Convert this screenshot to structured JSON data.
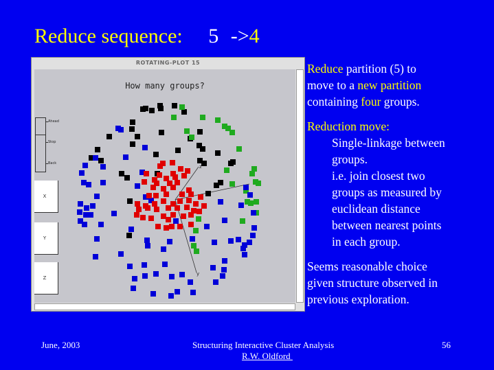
{
  "slide": {
    "title_prefix": "Reduce sequence:",
    "from": "5",
    "arrow": "->",
    "to": "4"
  },
  "window": {
    "title": "ROTATING-PLOT 15",
    "plot_title": "How many groups?",
    "slider_labels": [
      "Ahead",
      "Stop",
      "Back"
    ],
    "axis_buttons": [
      "X",
      "Y",
      "Z"
    ],
    "axis_labels": {
      "z": "z",
      "y": "y"
    }
  },
  "text": {
    "p1": {
      "a": "Reduce",
      "b": " partition (5) to",
      "c": "move to a ",
      "d": "new partition",
      "e": "containing ",
      "f": "four",
      "g": " groups."
    },
    "p2_head": "Reduction move:",
    "p2_lines": [
      "Single-linkage between",
      "groups.",
      "i.e. join closest two",
      "groups as measured by",
      "euclidean distance",
      "between nearest points",
      "in each group."
    ],
    "p3_lines": [
      "Seems reasonable choice",
      "given structure observed in",
      "previous exploration."
    ]
  },
  "footer": {
    "date": "June, 2003",
    "title": "Structuring Interactive Cluster Analysis",
    "author": "R.W. Oldford ",
    "page": "56"
  },
  "colors": {
    "black": "#000000",
    "green": "#1faa1f",
    "blue": "#0000d8",
    "red": "#e00000"
  },
  "chart_data": {
    "type": "scatter",
    "title": "How many groups?",
    "axes": {
      "origin": [
        0,
        -1
      ],
      "z": [
        34,
        47
      ],
      "x": [
        108,
        22
      ],
      "y": [
        31,
        -107
      ]
    },
    "series": [
      {
        "name": "black",
        "points": [
          [
            -47,
            131
          ],
          [
            -43,
            132
          ],
          [
            -34,
            129
          ],
          [
            -22,
            136
          ],
          [
            -21,
            132
          ],
          [
            -1,
            136
          ],
          [
            13,
            127
          ],
          [
            -62,
            112
          ],
          [
            -63,
            102
          ],
          [
            -55,
            91
          ],
          [
            -96,
            91
          ],
          [
            -62,
            80
          ],
          [
            -20,
            97
          ],
          [
            36,
            98
          ],
          [
            22,
            88
          ],
          [
            35,
            78
          ],
          [
            40,
            73
          ],
          [
            4,
            71
          ],
          [
            -28,
            65
          ],
          [
            -113,
            72
          ],
          [
            -108,
            56
          ],
          [
            -122,
            60
          ],
          [
            62,
            67
          ],
          [
            81,
            52
          ],
          [
            84,
            54
          ],
          [
            42,
            52
          ],
          [
            36,
            56
          ],
          [
            -78,
            37
          ],
          [
            -70,
            31
          ],
          [
            -26,
            37
          ],
          [
            66,
            24
          ],
          [
            60,
            20
          ],
          [
            48,
            8
          ],
          [
            -66,
            -3
          ],
          [
            -67,
            -53
          ]
        ]
      },
      {
        "name": "green",
        "points": [
          [
            10,
            134
          ],
          [
            -2,
            119
          ],
          [
            40,
            119
          ],
          [
            62,
            115
          ],
          [
            72,
            106
          ],
          [
            77,
            103
          ],
          [
            83,
            97
          ],
          [
            17,
            99
          ],
          [
            24,
            90
          ],
          [
            93,
            73
          ],
          [
            75,
            42
          ],
          [
            115,
            44
          ],
          [
            112,
            37
          ],
          [
            117,
            25
          ],
          [
            121,
            23
          ],
          [
            83,
            22
          ],
          [
            103,
            12
          ],
          [
            105,
            -4
          ],
          [
            110,
            -6
          ],
          [
            118,
            -4
          ],
          [
            118,
            -20
          ],
          [
            98,
            -32
          ],
          [
            34,
            -29
          ],
          [
            30,
            -46
          ],
          [
            27,
            -68
          ],
          [
            31,
            -76
          ]
        ]
      },
      {
        "name": "blue",
        "points": [
          [
            -83,
            103
          ],
          [
            -79,
            101
          ],
          [
            -44,
            75
          ],
          [
            -72,
            61
          ],
          [
            -116,
            60
          ],
          [
            -105,
            47
          ],
          [
            -131,
            49
          ],
          [
            -136,
            38
          ],
          [
            -133,
            24
          ],
          [
            -126,
            21
          ],
          [
            -105,
            24
          ],
          [
            -55,
            19
          ],
          [
            -48,
            39
          ],
          [
            -114,
            4
          ],
          [
            -138,
            -7
          ],
          [
            -129,
            -13
          ],
          [
            -120,
            -10
          ],
          [
            -139,
            -19
          ],
          [
            -130,
            -23
          ],
          [
            -123,
            -23
          ],
          [
            -89,
            -21
          ],
          [
            -138,
            -32
          ],
          [
            -132,
            -37
          ],
          [
            -108,
            -37
          ],
          [
            -64,
            -44
          ],
          [
            -43,
            3
          ],
          [
            -35,
            -2
          ],
          [
            -114,
            -58
          ],
          [
            -41,
            -60
          ],
          [
            -40,
            -68
          ],
          [
            -8,
            -62
          ],
          [
            -17,
            -73
          ],
          [
            -79,
            -80
          ],
          [
            -116,
            -84
          ],
          [
            -66,
            -98
          ],
          [
            -45,
            -96
          ],
          [
            -15,
            -95
          ],
          [
            -59,
            -116
          ],
          [
            -44,
            -112
          ],
          [
            -28,
            -109
          ],
          [
            -5,
            -113
          ],
          [
            10,
            -110
          ],
          [
            -61,
            -130
          ],
          [
            -32,
            -138
          ],
          [
            -6,
            -141
          ],
          [
            3,
            -135
          ],
          [
            26,
            -136
          ],
          [
            22,
            -121
          ],
          [
            25,
            -58
          ],
          [
            46,
            -40
          ],
          [
            72,
            -31
          ],
          [
            57,
            -63
          ],
          [
            81,
            -61
          ],
          [
            92,
            -59
          ],
          [
            108,
            -63
          ],
          [
            113,
            -53
          ],
          [
            115,
            -42
          ],
          [
            114,
            -20
          ],
          [
            96,
            -9
          ],
          [
            66,
            -4
          ],
          [
            103,
            17
          ],
          [
            109,
            6
          ],
          [
            101,
            -67
          ],
          [
            99,
            -72
          ],
          [
            101,
            -81
          ],
          [
            72,
            -90
          ],
          [
            71,
            -103
          ],
          [
            69,
            -112
          ],
          [
            55,
            -100
          ],
          [
            59,
            -121
          ],
          [
            1,
            -32
          ]
        ]
      },
      {
        "name": "red",
        "points": [
          [
            -18,
            52
          ],
          [
            -4,
            53
          ],
          [
            -22,
            48
          ],
          [
            8,
            44
          ],
          [
            18,
            41
          ],
          [
            -42,
            37
          ],
          [
            -23,
            35
          ],
          [
            -3,
            37
          ],
          [
            13,
            34
          ],
          [
            -30,
            28
          ],
          [
            -13,
            30
          ],
          [
            0,
            32
          ],
          [
            -45,
            25
          ],
          [
            -27,
            23
          ],
          [
            -8,
            23
          ],
          [
            3,
            24
          ],
          [
            -32,
            17
          ],
          [
            -17,
            15
          ],
          [
            -3,
            17
          ],
          [
            20,
            13
          ],
          [
            -38,
            5
          ],
          [
            -28,
            5
          ],
          [
            -13,
            7
          ],
          [
            10,
            7
          ],
          [
            23,
            7
          ],
          [
            37,
            3
          ],
          [
            -55,
            -7
          ],
          [
            -43,
            -10
          ],
          [
            -30,
            -7
          ],
          [
            -17,
            -3
          ],
          [
            -3,
            -7
          ],
          [
            7,
            -3
          ],
          [
            20,
            -2
          ],
          [
            30,
            -7
          ],
          [
            42,
            -10
          ],
          [
            -53,
            -15
          ],
          [
            -40,
            -13
          ],
          [
            -27,
            -15
          ],
          [
            -10,
            -13
          ],
          [
            3,
            -13
          ],
          [
            17,
            -12
          ],
          [
            27,
            -17
          ],
          [
            -56,
            -23
          ],
          [
            -47,
            -27
          ],
          [
            -35,
            -28
          ],
          [
            -17,
            -25
          ],
          [
            -3,
            -23
          ],
          [
            12,
            -25
          ],
          [
            23,
            -23
          ],
          [
            35,
            -18
          ],
          [
            -25,
            -40
          ],
          [
            -13,
            -42
          ],
          [
            -5,
            -40
          ],
          [
            7,
            -40
          ],
          [
            23,
            -37
          ],
          [
            -10,
            -30
          ]
        ]
      }
    ]
  }
}
